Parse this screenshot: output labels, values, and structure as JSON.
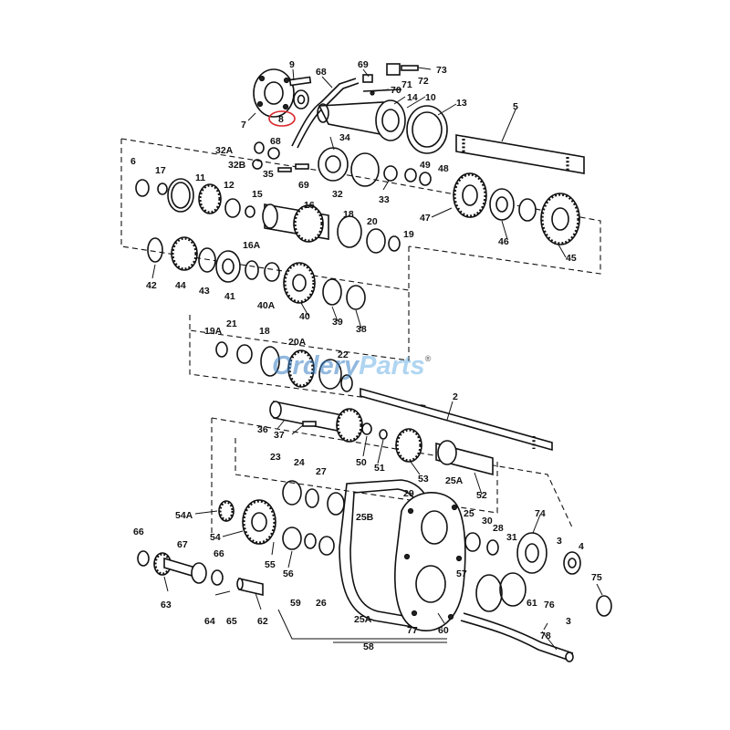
{
  "watermark": {
    "part1": "Ordery",
    "part2": "Parts",
    "mark": "®",
    "color1": "#3a7fc4",
    "color2": "#6fb3e6"
  },
  "highlight": {
    "label": "8",
    "color": "#d9252a"
  },
  "callouts": [
    {
      "id": "9",
      "label": "9"
    },
    {
      "id": "68a",
      "label": "68"
    },
    {
      "id": "69a",
      "label": "69"
    },
    {
      "id": "73",
      "label": "73"
    },
    {
      "id": "71",
      "label": "71"
    },
    {
      "id": "72",
      "label": "72"
    },
    {
      "id": "70",
      "label": "70"
    },
    {
      "id": "14",
      "label": "14"
    },
    {
      "id": "10",
      "label": "10"
    },
    {
      "id": "13",
      "label": "13"
    },
    {
      "id": "5",
      "label": "5"
    },
    {
      "id": "7",
      "label": "7"
    },
    {
      "id": "32A",
      "label": "32A"
    },
    {
      "id": "68b",
      "label": "68"
    },
    {
      "id": "32B",
      "label": "32B"
    },
    {
      "id": "35",
      "label": "35"
    },
    {
      "id": "34",
      "label": "34"
    },
    {
      "id": "69b",
      "label": "69"
    },
    {
      "id": "32",
      "label": "32"
    },
    {
      "id": "33",
      "label": "33"
    },
    {
      "id": "49",
      "label": "49"
    },
    {
      "id": "48",
      "label": "48"
    },
    {
      "id": "6",
      "label": "6"
    },
    {
      "id": "17",
      "label": "17"
    },
    {
      "id": "11",
      "label": "11"
    },
    {
      "id": "12",
      "label": "12"
    },
    {
      "id": "15",
      "label": "15"
    },
    {
      "id": "16",
      "label": "16"
    },
    {
      "id": "16A",
      "label": "16A"
    },
    {
      "id": "18a",
      "label": "18"
    },
    {
      "id": "20",
      "label": "20"
    },
    {
      "id": "19",
      "label": "19"
    },
    {
      "id": "47",
      "label": "47"
    },
    {
      "id": "46",
      "label": "46"
    },
    {
      "id": "45",
      "label": "45"
    },
    {
      "id": "42",
      "label": "42"
    },
    {
      "id": "44",
      "label": "44"
    },
    {
      "id": "43",
      "label": "43"
    },
    {
      "id": "41",
      "label": "41"
    },
    {
      "id": "40A",
      "label": "40A"
    },
    {
      "id": "40",
      "label": "40"
    },
    {
      "id": "39",
      "label": "39"
    },
    {
      "id": "38",
      "label": "38"
    },
    {
      "id": "19A",
      "label": "19A"
    },
    {
      "id": "21",
      "label": "21"
    },
    {
      "id": "18b",
      "label": "18"
    },
    {
      "id": "20A",
      "label": "20A"
    },
    {
      "id": "22",
      "label": "22"
    },
    {
      "id": "2",
      "label": "2"
    },
    {
      "id": "36",
      "label": "36"
    },
    {
      "id": "37",
      "label": "37"
    },
    {
      "id": "50",
      "label": "50"
    },
    {
      "id": "51",
      "label": "51"
    },
    {
      "id": "53",
      "label": "53"
    },
    {
      "id": "52",
      "label": "52"
    },
    {
      "id": "23",
      "label": "23"
    },
    {
      "id": "24",
      "label": "24"
    },
    {
      "id": "27",
      "label": "27"
    },
    {
      "id": "29",
      "label": "29"
    },
    {
      "id": "25Aa",
      "label": "25A"
    },
    {
      "id": "54A",
      "label": "54A"
    },
    {
      "id": "54",
      "label": "54"
    },
    {
      "id": "25B",
      "label": "25B"
    },
    {
      "id": "25",
      "label": "25"
    },
    {
      "id": "30",
      "label": "30"
    },
    {
      "id": "28",
      "label": "28"
    },
    {
      "id": "31",
      "label": "31"
    },
    {
      "id": "74",
      "label": "74"
    },
    {
      "id": "3a",
      "label": "3"
    },
    {
      "id": "4",
      "label": "4"
    },
    {
      "id": "66a",
      "label": "66"
    },
    {
      "id": "67",
      "label": "67"
    },
    {
      "id": "66b",
      "label": "66"
    },
    {
      "id": "55",
      "label": "55"
    },
    {
      "id": "56",
      "label": "56"
    },
    {
      "id": "57",
      "label": "57"
    },
    {
      "id": "75",
      "label": "75"
    },
    {
      "id": "76",
      "label": "76"
    },
    {
      "id": "63",
      "label": "63"
    },
    {
      "id": "59",
      "label": "59"
    },
    {
      "id": "26",
      "label": "26"
    },
    {
      "id": "61",
      "label": "61"
    },
    {
      "id": "3b",
      "label": "3"
    },
    {
      "id": "64",
      "label": "64"
    },
    {
      "id": "65",
      "label": "65"
    },
    {
      "id": "62",
      "label": "62"
    },
    {
      "id": "25Ab",
      "label": "25A"
    },
    {
      "id": "77",
      "label": "77"
    },
    {
      "id": "60",
      "label": "60"
    },
    {
      "id": "78",
      "label": "78"
    },
    {
      "id": "58",
      "label": "58"
    }
  ]
}
